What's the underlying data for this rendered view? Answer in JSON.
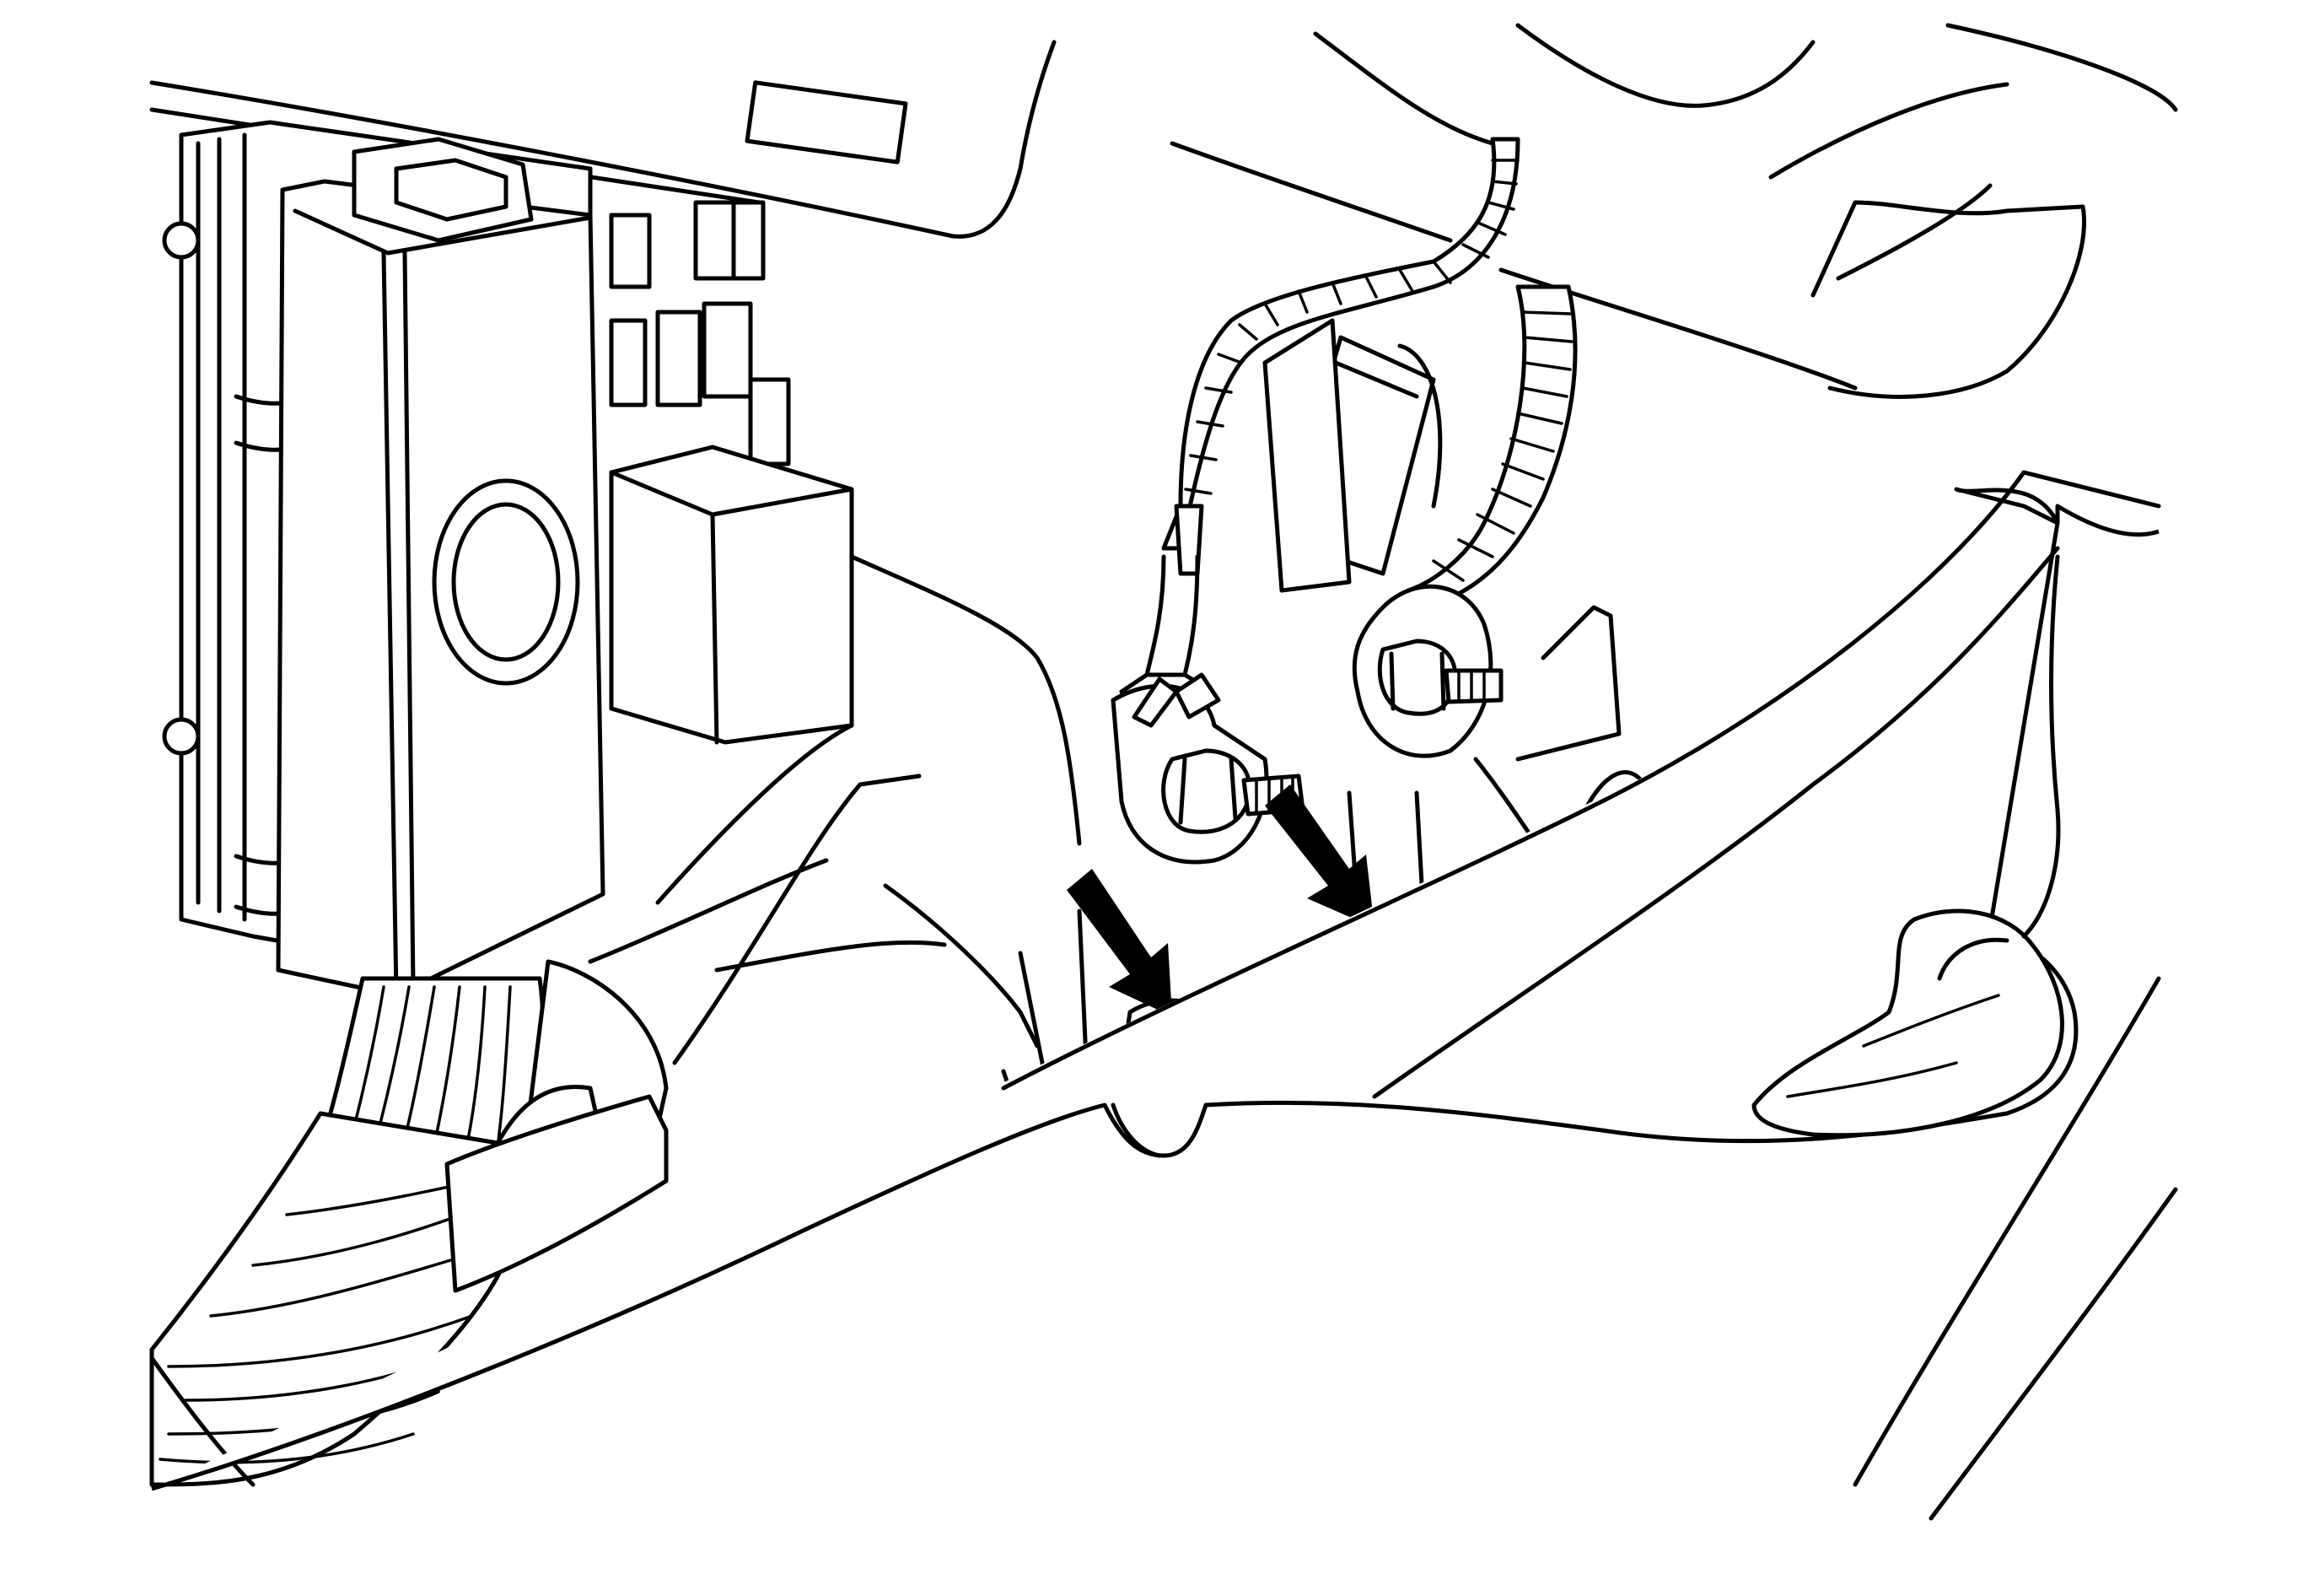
{
  "figure": {
    "style": "black line-art technical illustration on white background",
    "colors": {
      "line": "#000000",
      "background": "#ffffff",
      "arrow": "#000000"
    },
    "arrows": [
      {
        "name": "arrow-left",
        "points_to": "lower-left-bolt"
      },
      {
        "name": "arrow-right",
        "points_to": "lower-right-bolt"
      }
    ]
  }
}
